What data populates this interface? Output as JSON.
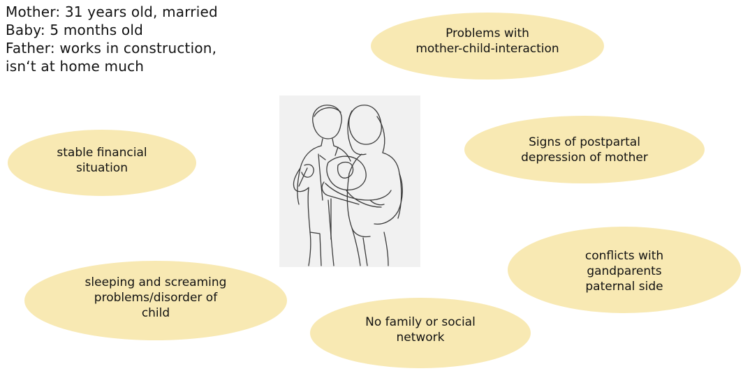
{
  "colors": {
    "bubble_fill": "#f8e9b3",
    "text": "#111111",
    "illustration_bg": "#f1f1f1",
    "line_art": "#3a3a3a"
  },
  "family_info": {
    "mother": "Mother: 31 years old, married",
    "baby": "Baby: 5 months old",
    "father_line1": "Father: works in construction,",
    "father_line2": "isn‘t at home much"
  },
  "factors": {
    "interaction": {
      "line1": "Problems with",
      "line2": "mother-child-interaction"
    },
    "depression": {
      "line1": "Signs of postpartal",
      "line2": "depression of mother"
    },
    "financial": {
      "line1": "stable financial",
      "line2": "situation"
    },
    "conflicts": {
      "line1": "conflicts with",
      "line2": "gandparents",
      "line3": "paternal side"
    },
    "sleeping": {
      "line1": "sleeping and screaming",
      "line2": "problems/disorder of",
      "line3": "child"
    },
    "network": {
      "line1": "No family or social",
      "line2": "network"
    }
  },
  "illustration": {
    "icon": "family-line-drawing-icon"
  }
}
